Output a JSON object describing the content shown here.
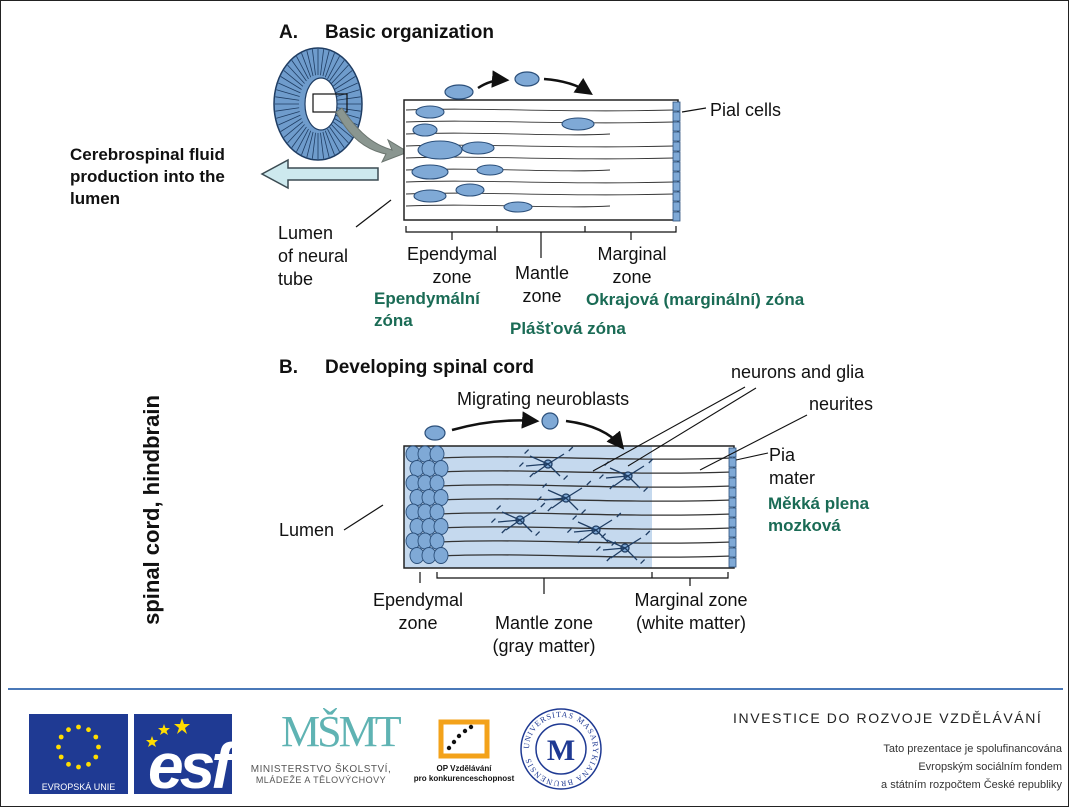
{
  "side_label": "spinal cord, hindbrain",
  "panel_a": {
    "heading_letter": "A.",
    "heading": "Basic organization",
    "labels": {
      "pial_cells": "Pial cells",
      "csf": [
        "Cerebrospinal fluid",
        "production into the",
        "lumen"
      ],
      "lumen": [
        "Lumen",
        "of neural",
        "tube"
      ],
      "ependymal": [
        "Ependymal",
        "zone"
      ],
      "mantle": [
        "Mantle",
        "zone"
      ],
      "marginal": [
        "Marginal",
        "zone"
      ],
      "ependymal_cz": [
        "Ependymální",
        "zóna"
      ],
      "mantle_cz": "Plášťová zóna",
      "marginal_cz": "Okrajová (marginální) zóna"
    }
  },
  "panel_b": {
    "heading_letter": "B.",
    "heading": "Developing spinal cord",
    "labels": {
      "migrating": "Migrating neuroblasts",
      "neurons_glia": "neurons and glia",
      "neurites": "neurites",
      "pia": [
        "Pia",
        "mater"
      ],
      "pia_cz": [
        "Měkká plena",
        "mozková"
      ],
      "lumen": "Lumen",
      "ependymal": [
        "Ependymal",
        "zone"
      ],
      "mantle": [
        "Mantle zone",
        "(gray matter)"
      ],
      "marginal": [
        "Marginal zone",
        "(white matter)"
      ]
    }
  },
  "footer": {
    "eu_label": "EVROPSKÁ UNIE",
    "esf_label": "esf",
    "msmt_logo": "MŠMT",
    "msmt_lines": [
      "MINISTERSTVO ŠKOLSTVÍ,",
      "MLÁDEŽE A TĚLOVÝCHOVY"
    ],
    "op_lines": [
      "OP Vzdělávání",
      "pro konkurenceschopnost"
    ],
    "mu_ring": "UNIVERSITAS MASARYKIANA BRUNENSIS",
    "mu_mark": "M",
    "investice": "INVESTICE DO ROZVOJE VZDĚLÁVÁNÍ",
    "cofin": [
      "Tato prezentace je spolufinancována",
      "Evropským sociálním fondem",
      "a státním rozpočtem České republiky"
    ]
  },
  "colors": {
    "cell_fill": "#7fa9d6",
    "cell_stroke": "#2b4f7a",
    "gray_matter": "#c5d9ee",
    "arrow_fill": "#cde9ee",
    "eu_blue": "#1f3a93",
    "eu_star": "#ffdd00",
    "czech_green": "#1a6b55",
    "footer_line": "#4a78b8"
  }
}
